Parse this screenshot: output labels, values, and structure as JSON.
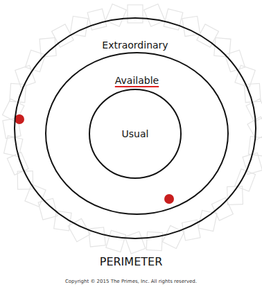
{
  "diagram": {
    "nodes": [
      {
        "text": [
          "Extraordinary"
        ]
      },
      {
        "text": [
          "Available"
        ],
        "in": 0
      },
      {
        "text": [
          "Usual"
        ],
        "in": 1
      }
    ],
    "labels": [
      "PERIMETER",
      "Copyright © 2015 The Primes, Inc. All rights reserved."
    ]
  }
}
